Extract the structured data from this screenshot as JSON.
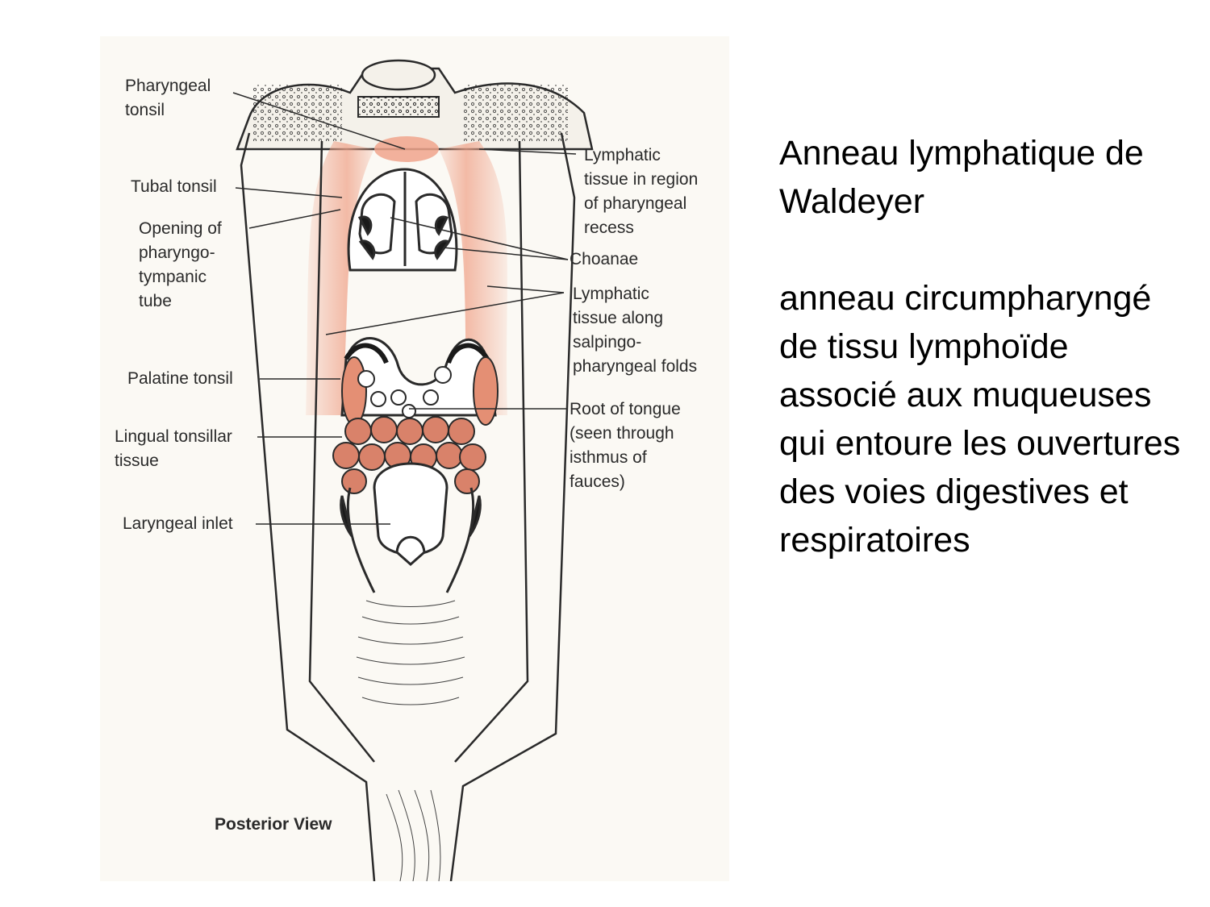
{
  "figure": {
    "labels": {
      "pharyngeal_tonsil": "Pharyngeal\ntonsil",
      "tubal_tonsil": "Tubal tonsil",
      "opening_pharyngotympanic": "Opening of\npharyngo-\ntympanic\ntube",
      "palatine_tonsil": "Palatine tonsil",
      "lingual_tonsillar": "Lingual tonsillar\ntissue",
      "laryngeal_inlet": "Laryngeal inlet",
      "lymphatic_recess": "Lymphatic\ntissue in region\nof pharyngeal\nrecess",
      "choanae": "Choanae",
      "lymphatic_folds": "Lymphatic\ntissue along\nsalpingo-\npharyngeal folds",
      "root_of_tongue": "Root of tongue\n(seen through\nisthmus of\nfauces)"
    },
    "caption": "Posterior View",
    "colors": {
      "lymphoid": "#f0a58c",
      "outline": "#2a2a2a",
      "background": "#fbf9f4"
    }
  },
  "side_text": {
    "title": "Anneau lymphatique de Waldeyer",
    "body": "anneau circumpharyngé de tissu lymphoïde associé aux muqueuses qui entoure les ouvertures des voies digestives et respiratoires"
  }
}
